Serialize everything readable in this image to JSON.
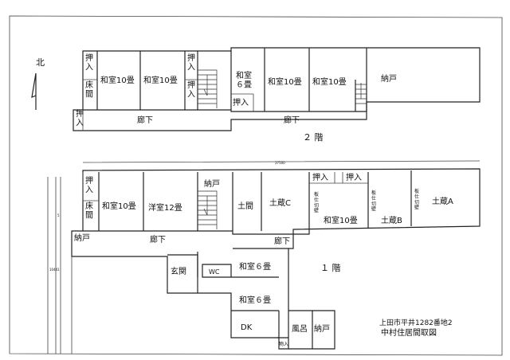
{
  "north": {
    "label": "北"
  },
  "floor2": {
    "title": "２ 階",
    "dimension": "37500",
    "rooms": [
      {
        "id": "oshi1",
        "text": "押\n入"
      },
      {
        "id": "toko",
        "text": "床\n間"
      },
      {
        "id": "washitsu10a",
        "text": "和室10畳"
      },
      {
        "id": "washitsu10b",
        "text": "和室10畳"
      },
      {
        "id": "oshi2",
        "text": "押\n入"
      },
      {
        "id": "oshi3",
        "text": "押\n入"
      },
      {
        "id": "washitsu6",
        "text": "和室\n６畳"
      },
      {
        "id": "oshi4",
        "text": "押入"
      },
      {
        "id": "washitsu10c",
        "text": "和室10畳"
      },
      {
        "id": "washitsu10d",
        "text": "和室10畳"
      },
      {
        "id": "nando",
        "text": "納戸"
      },
      {
        "id": "oshi5",
        "text": "押\n入"
      },
      {
        "id": "rouka1",
        "text": "廊下"
      },
      {
        "id": "rouka2",
        "text": "廊下"
      }
    ]
  },
  "floor1": {
    "title": "１ 階",
    "dim_top": "37500",
    "dim_left1": "5",
    "dim_left2": "10441",
    "rooms": [
      {
        "id": "oshi1",
        "text": "押\n入"
      },
      {
        "id": "toko",
        "text": "床\n間"
      },
      {
        "id": "washitsu10a",
        "text": "和室10畳"
      },
      {
        "id": "youshitsu",
        "text": "洋室12畳"
      },
      {
        "id": "nando1",
        "text": "納戸"
      },
      {
        "id": "doma",
        "text": "土間"
      },
      {
        "id": "dozoC",
        "text": "土蔵C"
      },
      {
        "id": "oshi2",
        "text": "押入"
      },
      {
        "id": "oshi3",
        "text": "押入"
      },
      {
        "id": "itajikiri1",
        "text": "板\n仕\n切\n壁"
      },
      {
        "id": "washitsu10b",
        "text": "和室10畳"
      },
      {
        "id": "itajikiri2",
        "text": "板\n仕\n切\n壁"
      },
      {
        "id": "dozoB",
        "text": "土蔵B"
      },
      {
        "id": "itajikiri3",
        "text": "板\n仕\n切\n壁"
      },
      {
        "id": "dozoA",
        "text": "土蔵A"
      },
      {
        "id": "nando2",
        "text": "納戸"
      },
      {
        "id": "rouka1",
        "text": "廊下"
      },
      {
        "id": "rouka2",
        "text": "廊下"
      },
      {
        "id": "genkan",
        "text": "玄関"
      },
      {
        "id": "wc",
        "text": "WC"
      },
      {
        "id": "washitsu6a",
        "text": "和室６畳"
      },
      {
        "id": "washitsu6b",
        "text": "和室６畳"
      },
      {
        "id": "dk",
        "text": "DK"
      },
      {
        "id": "furo",
        "text": "風呂"
      },
      {
        "id": "monoire",
        "text": "物入"
      },
      {
        "id": "nando3",
        "text": "納戸"
      }
    ]
  },
  "caption": {
    "address": "上田市平井1282番地2",
    "title": "中村住居間取図"
  }
}
